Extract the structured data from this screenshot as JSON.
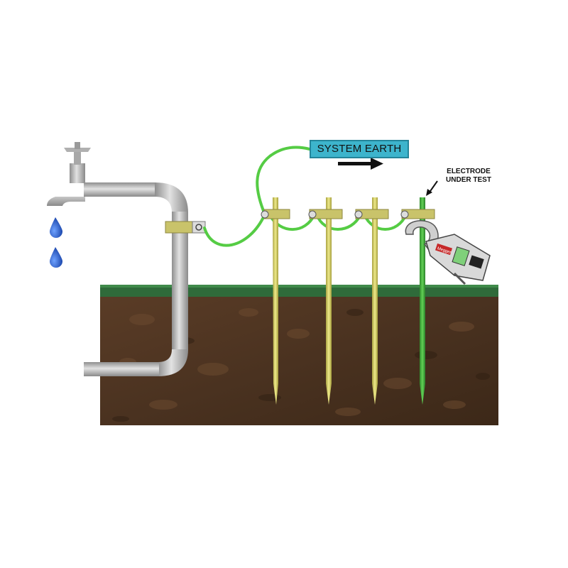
{
  "labels": {
    "system_earth": "SYSTEM EARTH",
    "electrode_line1": "ELECTRODE",
    "electrode_line2": "UNDER TEST",
    "meter_brand": "Megger"
  },
  "colors": {
    "soil": "#4a3220",
    "grass": "#2f6b3a",
    "wire": "#55cc44",
    "rod": "#d4cf6a",
    "test_rod": "#3fae3a",
    "pipe": "#b8b8b8",
    "water": "#1f5bd1",
    "label_box": "#3db4cc"
  },
  "icons": {
    "tap": "water-tap-icon",
    "meter": "clamp-meter-icon",
    "arrow": "right-arrow-icon"
  }
}
